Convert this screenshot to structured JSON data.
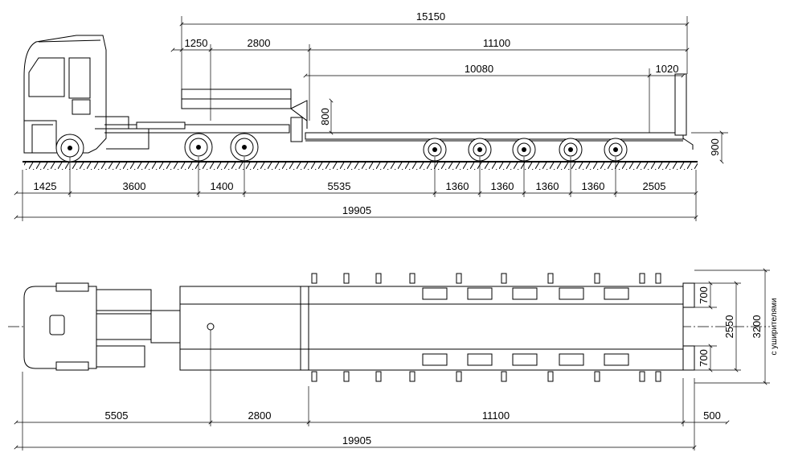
{
  "side_view": {
    "dims_top": {
      "overall_trailer": "15150",
      "kingpin_to_front": "1250",
      "gooseneck": "2800",
      "deck_total": "11100",
      "deck_low": "10080",
      "rear_overhang": "1020",
      "neck_height": "800",
      "deck_height": "900"
    },
    "dims_bottom": {
      "front_overhang": "1425",
      "wheelbase": "3600",
      "tandem": "1400",
      "to_first_axle": "5535",
      "axle_spacing_1": "1360",
      "axle_spacing_2": "1360",
      "axle_spacing_3": "1360",
      "axle_spacing_4": "1360",
      "rear": "2505",
      "overall_length": "19905"
    }
  },
  "plan_view": {
    "dims_bottom": {
      "front_to_kingpin": "5505",
      "gooseneck": "2800",
      "deck": "11100",
      "ramp": "500",
      "overall_length": "19905"
    },
    "dims_right": {
      "extension_top": "700",
      "extension_bottom": "700",
      "width": "2550",
      "width_with_extensions": "3200",
      "width_note": "с уширителями"
    }
  }
}
